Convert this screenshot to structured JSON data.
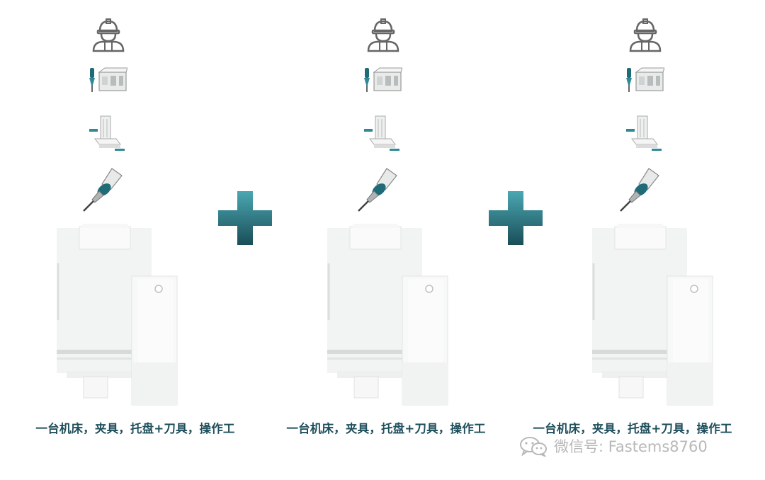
{
  "units": [
    {
      "caption": "一台机床，夹具，托盘+刀具，操作工"
    },
    {
      "caption": "一台机床，夹具，托盘+刀具，操作工"
    },
    {
      "caption": "一台机床，夹具，托盘+刀具，操作工"
    }
  ],
  "icons": [
    "operator-worker-icon",
    "machine-tool-icon",
    "fixture-pallet-icon",
    "cutting-tool-icon",
    "machining-center-icon",
    "plus-sign-icon",
    "wechat-logo-icon"
  ],
  "colors": {
    "accent": "#2f7d8a",
    "caption": "#1f4f5c",
    "watermark": "#b8b8b8"
  },
  "watermark": {
    "text": "微信号: Fastems8760"
  }
}
